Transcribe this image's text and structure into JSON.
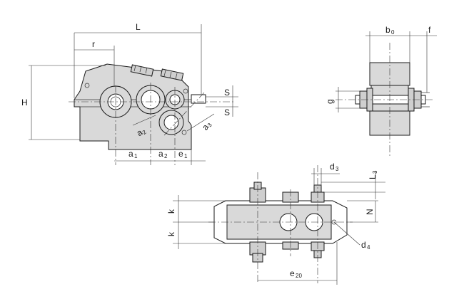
{
  "labels": {
    "L": "L",
    "r": "r",
    "H": "H",
    "S_top": "S",
    "S_bottom": "S",
    "a1": "a",
    "a1_sub": "1",
    "a2": "a",
    "a2_sub": "2",
    "e1": "e",
    "e1_sub": "1",
    "a2_diag": "a",
    "a2_diag_sub": "2",
    "a3": "a",
    "a3_sub": "3",
    "b0": "b",
    "b0_sub": "0",
    "f": "f",
    "g": "g",
    "d3": "d",
    "d3_sub": "3",
    "L3": "L",
    "L3_sub": "3",
    "k_top": "k",
    "k_bottom": "k",
    "N": "N",
    "d4": "d",
    "d4_sub": "4",
    "e20": "e",
    "e20_sub": "20"
  },
  "colors": {
    "housing_fill": "#d9d9d9",
    "line": "#1a1a1a",
    "background": "#ffffff"
  }
}
